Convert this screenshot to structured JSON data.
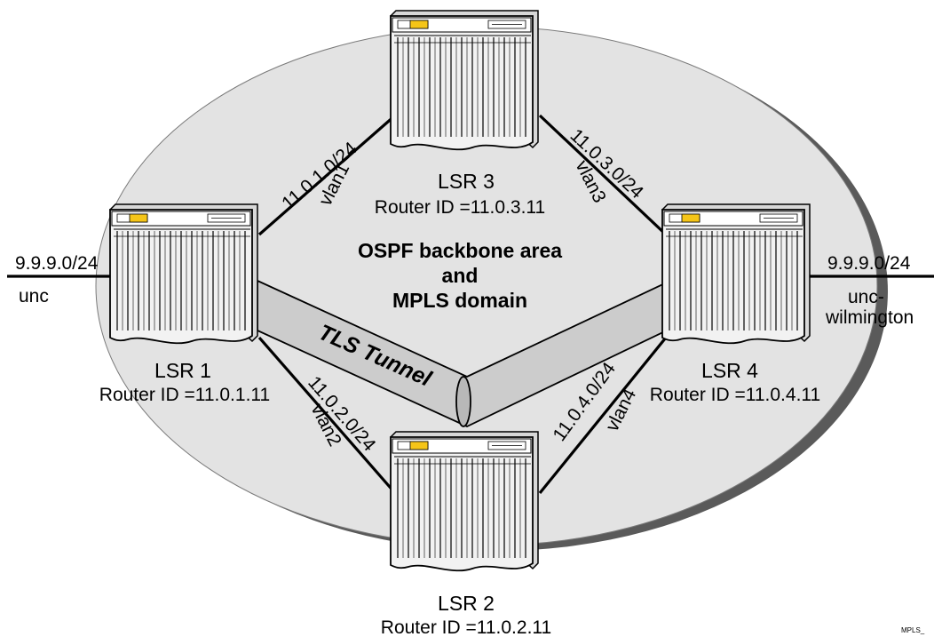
{
  "figure_id": "MPLS_",
  "area_label": {
    "line1": "OSPF backbone area",
    "line2": "and",
    "line3": "MPLS domain"
  },
  "tunnel_label": "TLS Tunnel",
  "routers": {
    "lsr1": {
      "name": "LSR 1",
      "router_id": "Router ID =11.0.1.11"
    },
    "lsr2": {
      "name": "LSR 2",
      "router_id": "Router ID =11.0.2.11"
    },
    "lsr3": {
      "name": "LSR 3",
      "router_id": "Router ID =11.0.3.11"
    },
    "lsr4": {
      "name": "LSR 4",
      "router_id": "Router ID =11.0.4.11"
    }
  },
  "links": {
    "lsr1_lsr3": {
      "subnet": "11.0.1.0/24",
      "vlan": "vlan1"
    },
    "lsr3_lsr4": {
      "subnet": "11.0.3.0/24",
      "vlan": "vlan3"
    },
    "lsr1_lsr2": {
      "subnet": "11.0.2.0/24",
      "vlan": "vlan2"
    },
    "lsr2_lsr4": {
      "subnet": "11.0.4.0/24",
      "vlan": "vlan4"
    }
  },
  "edges": {
    "left": {
      "subnet": "9.9.9.0/24",
      "vlan": "unc"
    },
    "right": {
      "subnet": "9.9.9.0/24",
      "vlan_line1": "unc-",
      "vlan_line2": "wilmington"
    }
  }
}
